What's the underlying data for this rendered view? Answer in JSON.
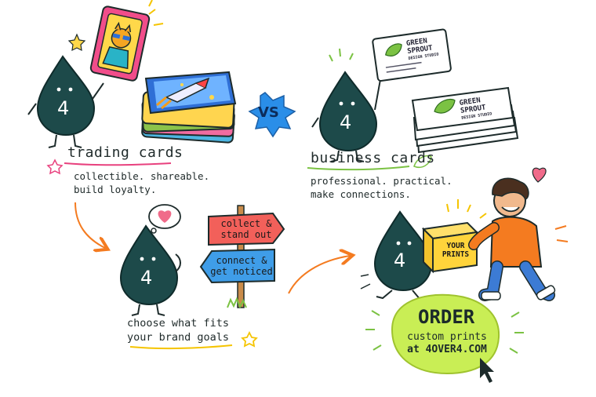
{
  "trading": {
    "heading": "trading cards",
    "line1": "collectible. shareable.",
    "line2": "build loyalty."
  },
  "vs_label": "VS",
  "business": {
    "heading": "business cards",
    "line1": "professional. practical.",
    "line2": "make connections."
  },
  "card_brand": {
    "line1": "GREEN",
    "line2": "SPROUT",
    "line3": "DESIGN STUDIO"
  },
  "mascot_number": "4",
  "signpost": {
    "top_line1": "collect &",
    "top_line2": "stand out",
    "bottom_line1": "connect &",
    "bottom_line2": "get noticed"
  },
  "choose": {
    "line1": "choose what fits",
    "line2": "your brand goals"
  },
  "box": {
    "line1": "YOUR",
    "line2": "PRINTS"
  },
  "order": {
    "title": "ORDER",
    "line1": "custom prints",
    "line2": "at 4OVER4.COM"
  },
  "colors": {
    "mascot": "#1d4a4a",
    "accent_pink": "#e8417e",
    "accent_green": "#7bc243",
    "vs_blue": "#2a8ee8",
    "sign_red": "#f2605a",
    "sign_blue": "#3f9de8",
    "order_green": "#c9ee55",
    "arrow_orange": "#f47b20"
  }
}
